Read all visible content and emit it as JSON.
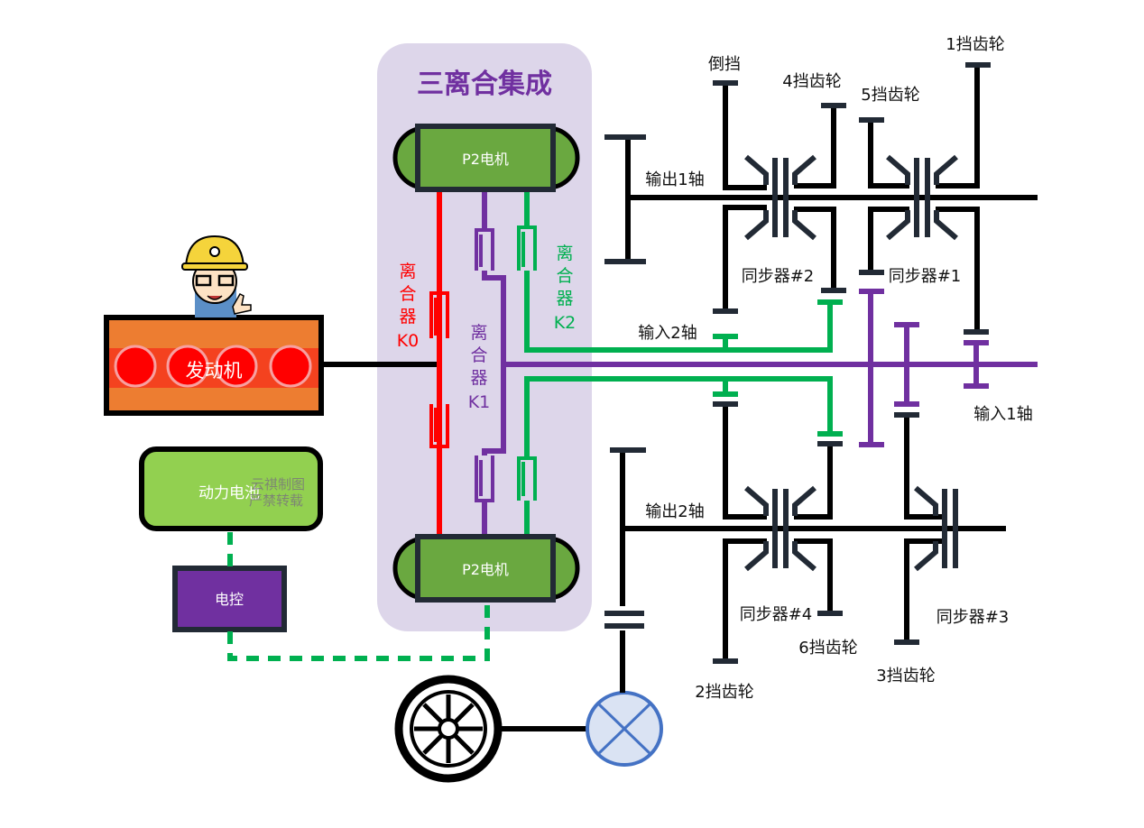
{
  "title": "三离合集成",
  "engine": {
    "label": "发动机"
  },
  "motor_top": {
    "label": "P2电机"
  },
  "motor_bottom": {
    "label": "P2电机"
  },
  "battery": {
    "label": "动力电池"
  },
  "controller": {
    "label": "电控"
  },
  "watermark": {
    "line1": "云祺制图",
    "line2": "严禁转载"
  },
  "clutches": {
    "k0": {
      "chars": [
        "离",
        "合",
        "器",
        "K0"
      ]
    },
    "k1": {
      "chars": [
        "离",
        "合",
        "器",
        "K1"
      ]
    },
    "k2": {
      "chars": [
        "离",
        "合",
        "器",
        "K2"
      ]
    }
  },
  "labels": {
    "reverse": "倒挡",
    "gear4": "4挡齿轮",
    "gear5": "5挡齿轮",
    "gear1": "1挡齿轮",
    "output1": "输出1轴",
    "sync2": "同步器#2",
    "sync1": "同步器#1",
    "input2": "输入2轴",
    "input1": "输入1轴",
    "output2": "输出2轴",
    "sync4": "同步器#4",
    "sync3": "同步器#3",
    "gear6": "6挡齿轮",
    "gear3": "3挡齿轮",
    "gear2": "2挡齿轮"
  },
  "colors": {
    "k0_red": "#ff0000",
    "k1_purple": "#7030a0",
    "k2_green": "#00b050",
    "engine_orange": "#ed7d31",
    "motor_green": "#6aa840",
    "battery_green": "#92d050",
    "panel_lavender": "#ddd6ea",
    "differential_blue": "#dae3f3"
  }
}
